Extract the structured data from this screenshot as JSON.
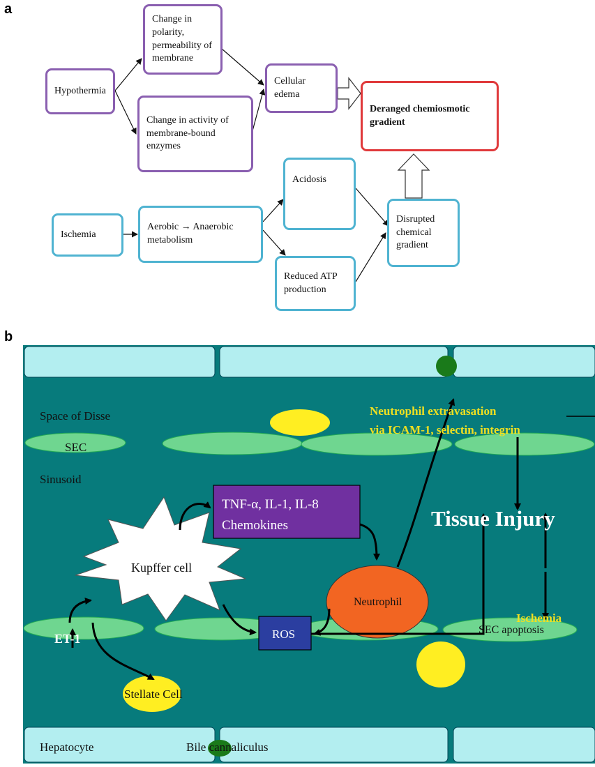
{
  "panel_a": {
    "letter": "a",
    "nodes": {
      "hypothermia": "Hypothermia",
      "polarity": "Change in polarity, permeability of membrane",
      "enzymes": "Change in activity of membrane-bound enzymes",
      "edema": "Cellular edema",
      "deranged": "Deranged chemiosmotic gradient",
      "ischemia": "Ischemia",
      "aerobic": "Aerobic → Anaerobic metabolism",
      "acidosis": "Acidosis",
      "atp": "Reduced ATP production",
      "disrupted": "Disrupted chemical gradient"
    },
    "colors": {
      "purple": "#8a5fb0",
      "blue": "#4fb3d1",
      "red": "#e0393b"
    }
  },
  "panel_b": {
    "letter": "b",
    "labels": {
      "space_of_disse": "Space of Disse",
      "sec": "SEC",
      "sinusoid": "Sinusoid",
      "neutrophil_extravasation_1": "Neutrophil extravasation",
      "neutrophil_extravasation_2": "via ICAM-1, selectin, integrin",
      "tissue_injury": "Tissue Injury",
      "cytokines_1": "TNF-α, IL-1, IL-8",
      "cytokines_2": "Chemokines",
      "kupffer": "Kupffer cell",
      "neutrophil": "Neutrophil",
      "ischemia": "Ischemia",
      "et1": "ET-1",
      "ros": "ROS",
      "sec_apoptosis": "SEC apoptosis",
      "stellate": "Stellate Cell",
      "hepatocyte": "Hepatocyte",
      "bile": "Bile cannaliculus"
    },
    "colors": {
      "background": "#077b7c",
      "hepatocyte": "#b3eef0",
      "sec": "#6fd690",
      "yellow": "#ffee22",
      "purple": "#7030a0",
      "orange": "#f26522",
      "ros": "#2b3ea0",
      "dark_green": "#1a7a1a",
      "yellow_text": "#f0e020"
    }
  }
}
